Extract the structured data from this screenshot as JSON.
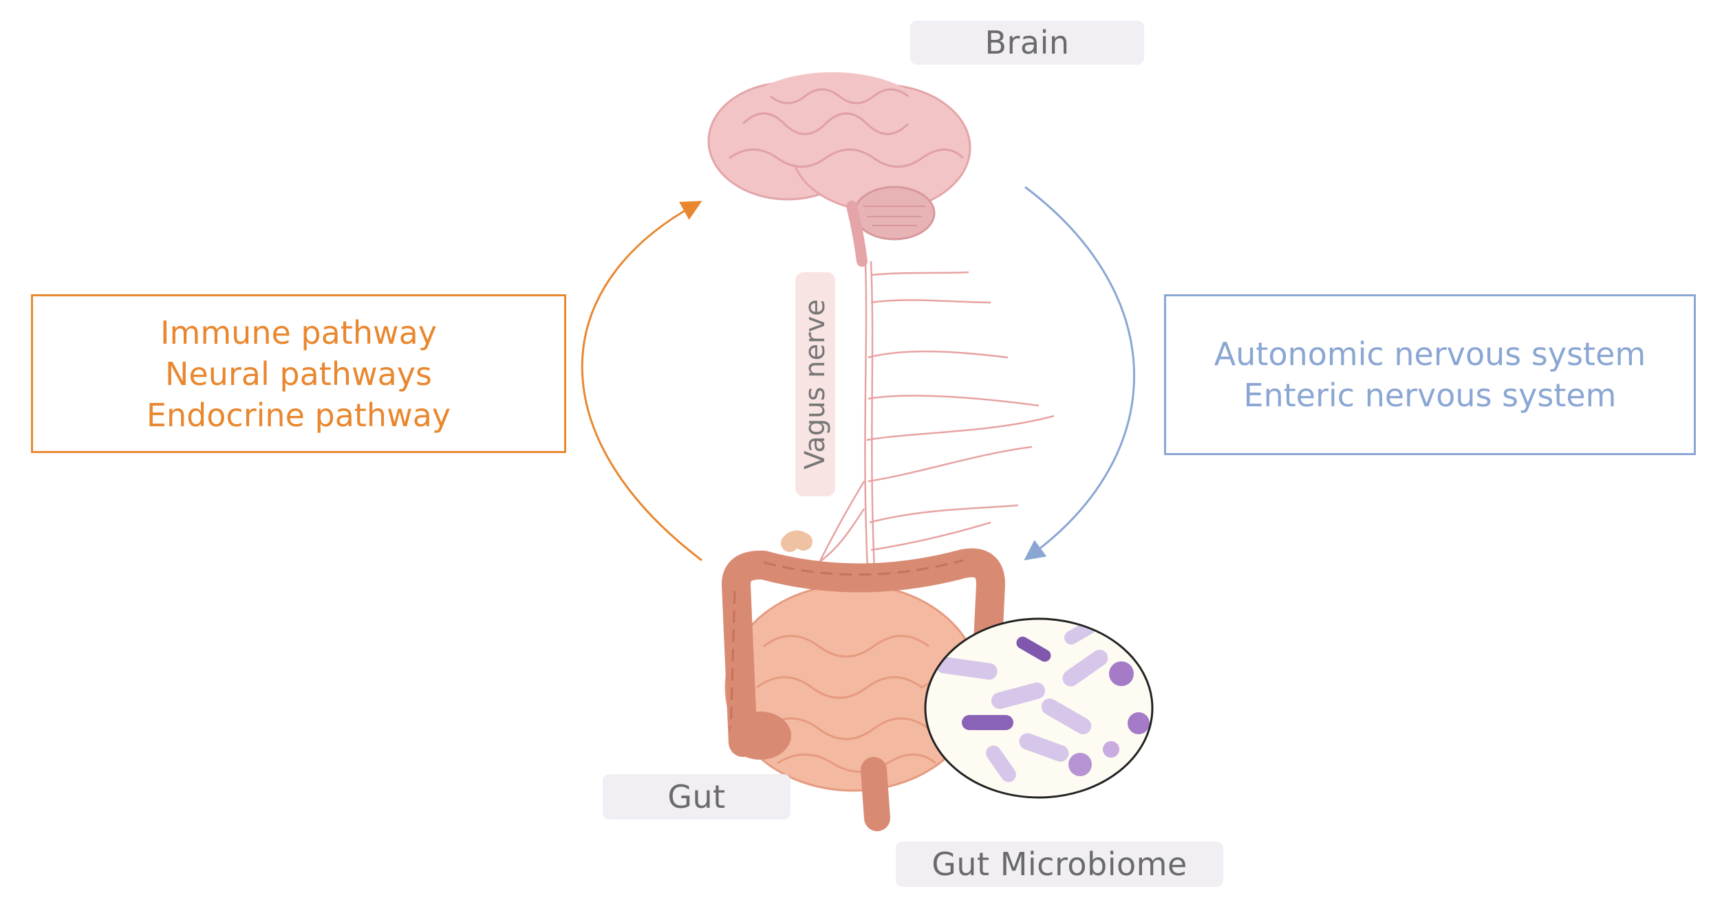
{
  "labels": {
    "brain": "Brain",
    "gut": "Gut",
    "microbiome": "Gut Microbiome",
    "vagus": "Vagus nerve"
  },
  "left_pathways": [
    "Immune pathway",
    "Neural pathways",
    "Endocrine pathway"
  ],
  "right_pathways": [
    "Autonomic nervous system",
    "Enteric nervous system"
  ],
  "colors": {
    "left_accent": "#e9872f",
    "right_accent": "#8aa6d3",
    "label_bg": "#f1eef4",
    "brain": "#f2c4c5",
    "colon": "#d98a72",
    "intestine": "#f4b9a1",
    "nerve": "#e7a2a2",
    "bacteria": "#c7b1dd"
  },
  "icons": [
    "brain-icon",
    "intestine-icon",
    "microbiome-icon",
    "nerve-icon"
  ]
}
